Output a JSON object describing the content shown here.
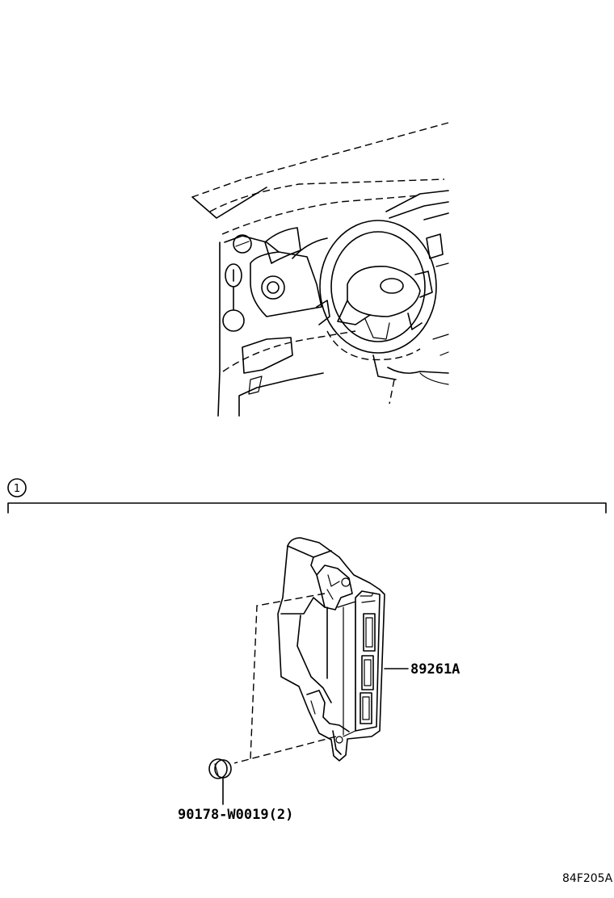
{
  "callout": {
    "number": "1"
  },
  "parts": [
    {
      "part_number": "89261A"
    },
    {
      "part_number": "90178-W0019",
      "quantity": "(2)"
    }
  ],
  "figure_code": "84F205A"
}
